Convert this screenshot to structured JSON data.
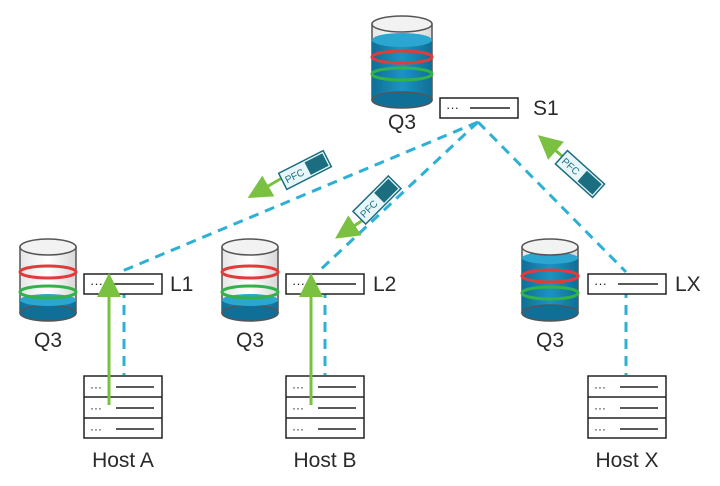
{
  "nodes": {
    "s1": {
      "label": "S1",
      "queue": "Q3"
    },
    "l1": {
      "label": "L1",
      "queue": "Q3"
    },
    "l2": {
      "label": "L2",
      "queue": "Q3"
    },
    "lx": {
      "label": "LX",
      "queue": "Q3"
    }
  },
  "hosts": {
    "a": "Host A",
    "b": "Host B",
    "x": "Host X"
  },
  "pause_frame_label": "PFC",
  "colors": {
    "link": "#2eb0d6",
    "traffic": "#7ac142",
    "queue_fill": "#1786b3",
    "threshold_red": "#e23b3b",
    "threshold_green": "#33b24a",
    "pfc_frame": "#1b6e80",
    "outline": "#222222"
  }
}
